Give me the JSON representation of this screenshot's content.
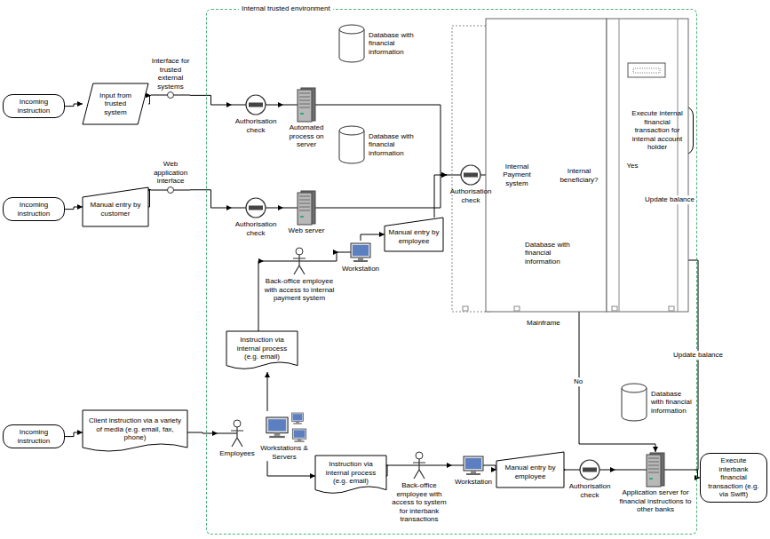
{
  "diagram": {
    "nodes": [
      {
        "text": [
          "Internal trusted environment"
        ]
      },
      {
        "text": [
          "Incoming instruction"
        ]
      },
      {
        "text": [
          "Input from trusted system"
        ]
      },
      {
        "text": [
          "Interface for trusted external systems"
        ]
      },
      {
        "text": [
          "Authorisation check"
        ],
        "in": 0
      },
      {
        "text": [
          "Automated process on server"
        ],
        "in": 0
      },
      {
        "text": [
          "Database with financial information"
        ],
        "in": 0
      },
      {
        "text": [
          "Incoming instruction"
        ]
      },
      {
        "text": [
          "Manual entry by customer"
        ]
      },
      {
        "text": [
          "Web application interface"
        ]
      },
      {
        "text": [
          "Authorisation check"
        ],
        "in": 0
      },
      {
        "text": [
          "Web server"
        ],
        "in": 0
      },
      {
        "text": [
          "Database with financial information"
        ],
        "in": 0
      },
      {
        "text": [
          "Mainframe"
        ],
        "in": 0
      },
      {
        "text": [
          "Authorisation check"
        ],
        "in": 13
      },
      {
        "text": [
          "Internal Payment system"
        ],
        "in": 13
      },
      {
        "text": [
          "Internal beneficiary?"
        ],
        "in": 13
      },
      {
        "text": [
          "Execute internal financial transaction for internal account holder"
        ],
        "in": 13
      },
      {
        "text": [
          "Database with financial information"
        ],
        "in": 13
      },
      {
        "text": [
          "Manual entry by employee"
        ],
        "in": 0
      },
      {
        "text": [
          "Workstation"
        ],
        "in": 0
      },
      {
        "text": [
          "Back-office employee with access to internal payment system"
        ],
        "in": 0
      },
      {
        "text": [
          "Instruction via internal process (e.g. email)"
        ],
        "in": 0
      },
      {
        "text": [
          "Incoming instruction"
        ]
      },
      {
        "text": [
          "Client instruction via a variety of media (e.g. email, fax, phone)"
        ]
      },
      {
        "text": [
          "Employees"
        ],
        "in": 0
      },
      {
        "text": [
          "Workstations & Servers"
        ],
        "in": 0
      },
      {
        "text": [
          "Instruction via internal process (e.g. email)"
        ],
        "in": 0
      },
      {
        "text": [
          "Back-office employee with access to system for interbank transactions"
        ],
        "in": 0
      },
      {
        "text": [
          "Workstation"
        ],
        "in": 0
      },
      {
        "text": [
          "Manual entry by employee"
        ],
        "in": 0
      },
      {
        "text": [
          "Authorisation check"
        ],
        "in": 0
      },
      {
        "text": [
          "Database with financial information"
        ],
        "in": 0
      },
      {
        "text": [
          "Application server for financial instructions to other banks"
        ],
        "in": 0
      },
      {
        "text": [
          "Execute interbank financial transaction (e.g. via Swift)"
        ]
      }
    ],
    "edges": [
      {
        "from": 1,
        "to": 2,
        "arrow": "to"
      },
      {
        "from": 2,
        "to": 3,
        "arrow": "to"
      },
      {
        "from": 3,
        "to": 4,
        "arrow": "to"
      },
      {
        "from": 4,
        "to": 5,
        "arrow": "to"
      },
      {
        "from": 5,
        "to": 14,
        "arrow": "to"
      },
      {
        "from": 7,
        "to": 8,
        "arrow": "to"
      },
      {
        "from": 8,
        "to": 9,
        "arrow": "to"
      },
      {
        "from": 9,
        "to": 10,
        "arrow": "to"
      },
      {
        "from": 10,
        "to": 11,
        "arrow": "to"
      },
      {
        "from": 11,
        "to": 14,
        "arrow": "to"
      },
      {
        "from": 14,
        "to": 15,
        "arrow": "to"
      },
      {
        "from": 15,
        "to": 16,
        "arrow": "to"
      },
      {
        "from": 16,
        "to": 17,
        "label": "Yes",
        "arrow": "to"
      },
      {
        "from": 17,
        "to": 18,
        "label": "Update balance",
        "arrow": "to"
      },
      {
        "from": 16,
        "to": 33,
        "label": "No",
        "arrow": "to"
      },
      {
        "from": 33,
        "to": 18,
        "label": "Update balance",
        "arrow": "to"
      },
      {
        "from": 33,
        "to": 34,
        "arrow": "to"
      },
      {
        "from": 23,
        "to": 24,
        "arrow": "to"
      },
      {
        "from": 24,
        "to": 25,
        "arrow": "to"
      },
      {
        "from": 26,
        "to": 22,
        "arrow": "to"
      },
      {
        "from": 22,
        "to": 21,
        "arrow": "to"
      },
      {
        "from": 21,
        "to": 20,
        "arrow": "to"
      },
      {
        "from": 20,
        "to": 19,
        "arrow": "to"
      },
      {
        "from": 19,
        "to": 14,
        "arrow": "to"
      },
      {
        "from": 26,
        "to": 27,
        "arrow": "to"
      },
      {
        "from": 27,
        "to": 28,
        "arrow": "to"
      },
      {
        "from": 28,
        "to": 29,
        "arrow": "to"
      },
      {
        "from": 29,
        "to": 30,
        "arrow": "to"
      },
      {
        "from": 30,
        "to": 31,
        "arrow": "to"
      },
      {
        "from": 31,
        "to": 33,
        "arrow": "to"
      }
    ]
  }
}
